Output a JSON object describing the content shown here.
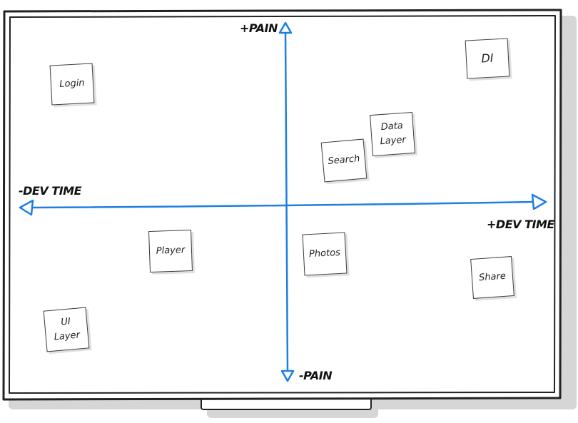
{
  "axes": {
    "y_positive": "+PAIN",
    "y_negative": "-PAIN",
    "x_negative": "-DEV TIME",
    "x_positive": "+DEV TIME"
  },
  "notes": {
    "login": "Login",
    "di": "DI",
    "data_layer": "Data\nLayer",
    "search": "Search",
    "player": "Player",
    "photos": "Photos",
    "share": "Share",
    "ui_layer": "UI\nLayer"
  },
  "colors": {
    "axis": "#1e7fe0",
    "frame": "#222222",
    "shadow": "#d6d6d6"
  }
}
